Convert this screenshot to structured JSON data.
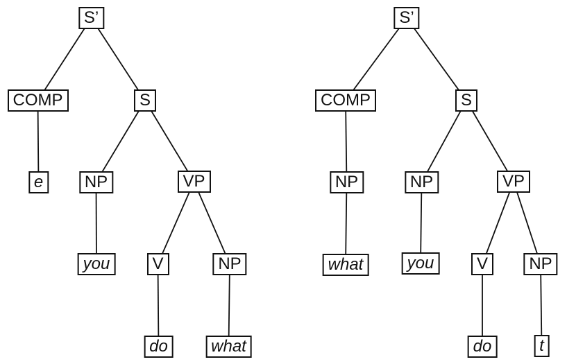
{
  "diagram": {
    "type": "syntax-tree-pair",
    "trees": [
      {
        "name": "left",
        "nodes": {
          "sp": "S’",
          "comp": "COMP",
          "s": "S",
          "e": "e",
          "np1": "NP",
          "vp": "VP",
          "you": "you",
          "v": "V",
          "np2": "NP",
          "do": "do",
          "what": "what"
        },
        "edges": [
          [
            "sp",
            "comp"
          ],
          [
            "sp",
            "s"
          ],
          [
            "comp",
            "e"
          ],
          [
            "s",
            "np1"
          ],
          [
            "s",
            "vp"
          ],
          [
            "np1",
            "you"
          ],
          [
            "vp",
            "v"
          ],
          [
            "vp",
            "np2"
          ],
          [
            "v",
            "do"
          ],
          [
            "np2",
            "what"
          ]
        ]
      },
      {
        "name": "right",
        "nodes": {
          "sp": "S’",
          "comp": "COMP",
          "s": "S",
          "np1": "NP",
          "np2": "NP",
          "vp": "VP",
          "what": "what",
          "you": "you",
          "v": "V",
          "np3": "NP",
          "do": "do",
          "t": "t"
        },
        "edges": [
          [
            "sp",
            "comp"
          ],
          [
            "sp",
            "s"
          ],
          [
            "comp",
            "np1"
          ],
          [
            "s",
            "np2"
          ],
          [
            "s",
            "vp"
          ],
          [
            "np1",
            "what"
          ],
          [
            "np2",
            "you"
          ],
          [
            "vp",
            "v"
          ],
          [
            "vp",
            "np3"
          ],
          [
            "v",
            "do"
          ],
          [
            "np3",
            "t"
          ]
        ]
      }
    ],
    "colors": {
      "line": "#111111",
      "box_border": "#111111",
      "text": "#111111",
      "background": "#ffffff"
    }
  }
}
